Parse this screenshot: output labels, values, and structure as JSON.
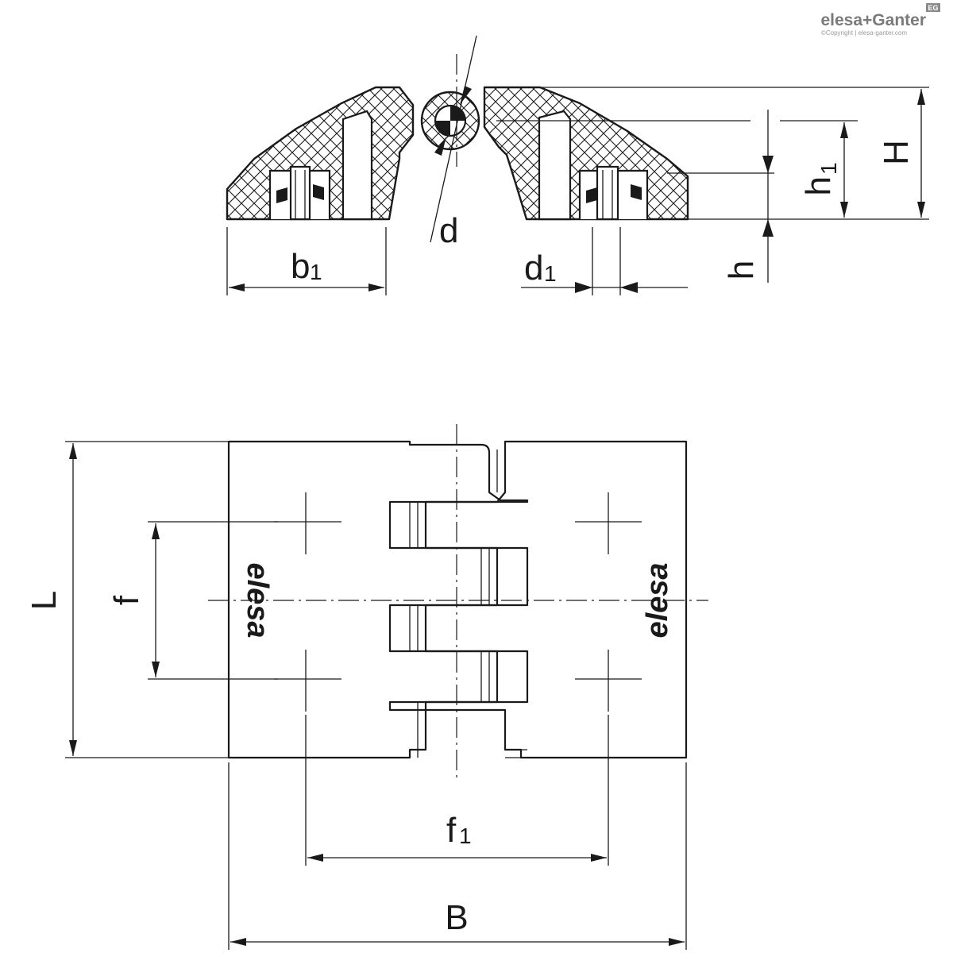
{
  "brand": {
    "name": "elesa+Ganter",
    "copyright": "©Copyright | elesa-ganter.com",
    "badge": "EG"
  },
  "logo_text": "elesa",
  "section_view": {
    "labels": {
      "d": "d",
      "b1_main": "b",
      "b1_sub": "1",
      "d1_main": "d",
      "d1_sub": "1",
      "h": "h",
      "h1_main": "h",
      "h1_sub": "1",
      "H": "H"
    }
  },
  "plan_view": {
    "labels": {
      "L": "L",
      "f": "f",
      "f1_main": "f",
      "f1_sub": "1",
      "B": "B"
    }
  }
}
